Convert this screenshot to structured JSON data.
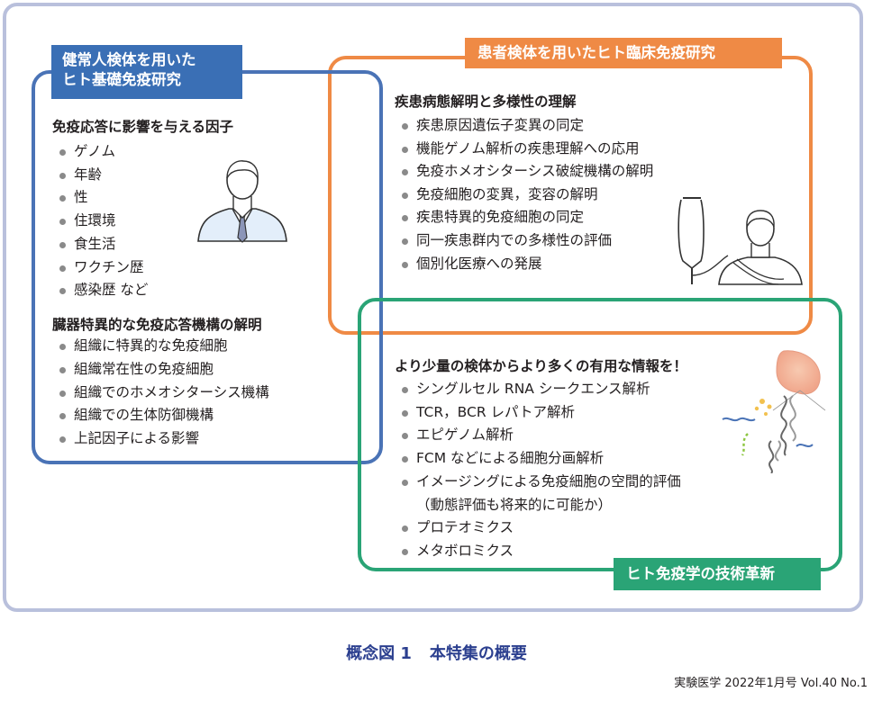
{
  "blue_panel": {
    "label_line1": "健常人検体を用いた",
    "label_line2": "ヒト基礎免疫研究",
    "section1": {
      "title": "免疫応答に影響を与える因子",
      "items": [
        "ゲノム",
        "年齢",
        "性",
        "住環境",
        "食生活",
        "ワクチン歴",
        "感染歴 など"
      ]
    },
    "section2": {
      "title": "臓器特異的な免疫応答機構の解明",
      "items": [
        "組織に特異的な免疫細胞",
        "組織常在性の免疫細胞",
        "組織でのホメオシターシス機構",
        "組織での生体防御機構",
        "上記因子による影響"
      ]
    }
  },
  "orange_panel": {
    "label": "患者検体を用いたヒト臨床免疫研究",
    "title": "疾患病態解明と多様性の理解",
    "items": [
      "疾患原因遺伝子変異の同定",
      "機能ゲノム解析の疾患理解への応用",
      "免疫ホメオシターシス破綻機構の解明",
      "免疫細胞の変異，変容の解明",
      "疾患特異的免疫細胞の同定",
      "同一疾患群内での多様性の評価",
      "個別化医療への発展"
    ]
  },
  "green_panel": {
    "label": "ヒト免疫学の技術革新",
    "title": "より少量の検体からより多くの有用な情報を！",
    "items": [
      "シングルセル RNA シークエンス解析",
      "TCR，BCR レパトア解析",
      "エピゲノム解析",
      "FCM などによる細胞分画解析",
      "イメージングによる免疫細胞の空間的評価"
    ],
    "item_continuation": "（動態評価も将来的に可能か）",
    "items_after": [
      "プロテオミクス",
      "メタボロミクス"
    ]
  },
  "caption": {
    "figure_no": "概念図 1",
    "title": "本特集の概要"
  },
  "footer": "実験医学 2022年1月号 Vol.40 No.1",
  "colors": {
    "blue": "#3a6fb5",
    "orange": "#ef8a45",
    "green": "#2aa476",
    "caption": "#2b3f8f"
  },
  "icons": [
    "healthy-person-icon",
    "patient-with-iv-drip-icon",
    "cell-and-dna-icon"
  ]
}
